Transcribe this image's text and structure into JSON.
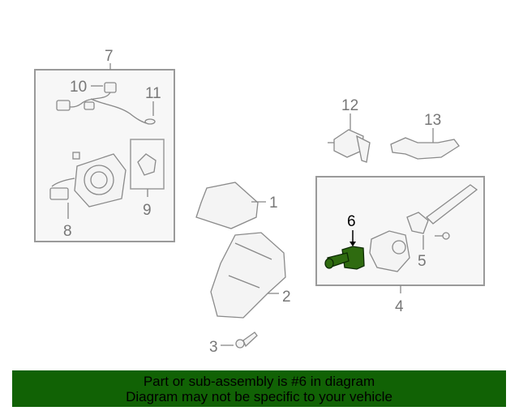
{
  "callouts": {
    "c1": "1",
    "c2": "2",
    "c3": "3",
    "c4": "4",
    "c5": "5",
    "c6": "6",
    "c7": "7",
    "c8": "8",
    "c9": "9",
    "c10": "10",
    "c11": "11",
    "c12": "12",
    "c13": "13"
  },
  "highlighted_part": "6",
  "colors": {
    "banner": "#116205",
    "highlight": "#2f6b10"
  },
  "banner": {
    "line1": "Part or sub-assembly is #6 in diagram",
    "line2": "Diagram may not be specific to your vehicle"
  }
}
